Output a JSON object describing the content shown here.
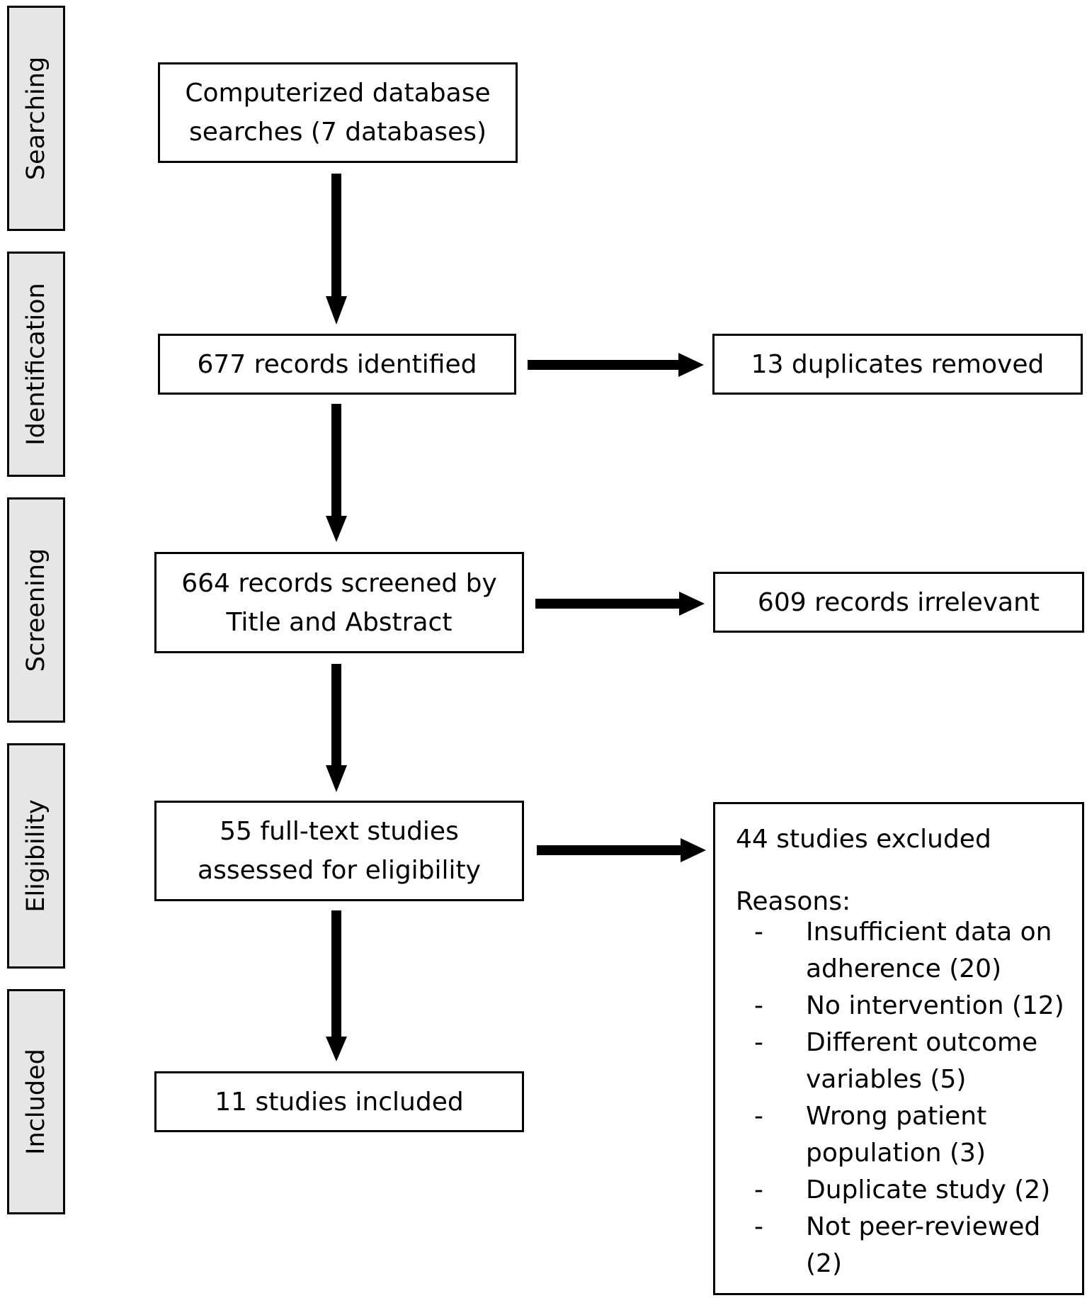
{
  "stages": [
    {
      "label": "Searching"
    },
    {
      "label": "Identification"
    },
    {
      "label": "Screening"
    },
    {
      "label": "Eligibility"
    },
    {
      "label": "Included"
    }
  ],
  "boxes": {
    "search": {
      "line1": "Computerized database",
      "line2": "searches (7 databases)"
    },
    "identified": {
      "text": "677 records identified"
    },
    "duplicates": {
      "text": "13 duplicates removed"
    },
    "screened": {
      "line1": "664 records screened by",
      "line2": "Title and Abstract"
    },
    "irrelevant": {
      "text": "609 records irrelevant"
    },
    "fulltext": {
      "line1": "55 full-text studies",
      "line2": "assessed for eligibility"
    },
    "included": {
      "text": "11 studies included"
    }
  },
  "excluded": {
    "heading": "44 studies excluded",
    "reasons_label": "Reasons:",
    "reasons": [
      {
        "dash": "-",
        "line1": "Insufficient data on",
        "line2": "adherence (20)"
      },
      {
        "dash": "-",
        "line1": "No intervention (12)",
        "line2": ""
      },
      {
        "dash": "-",
        "line1": "Different outcome",
        "line2": "variables (5)"
      },
      {
        "dash": "-",
        "line1": "Wrong patient",
        "line2": "population (3)"
      },
      {
        "dash": "-",
        "line1": "Duplicate study (2)",
        "line2": ""
      },
      {
        "dash": "-",
        "line1": "Not peer-reviewed",
        "line2": "(2)"
      }
    ]
  }
}
